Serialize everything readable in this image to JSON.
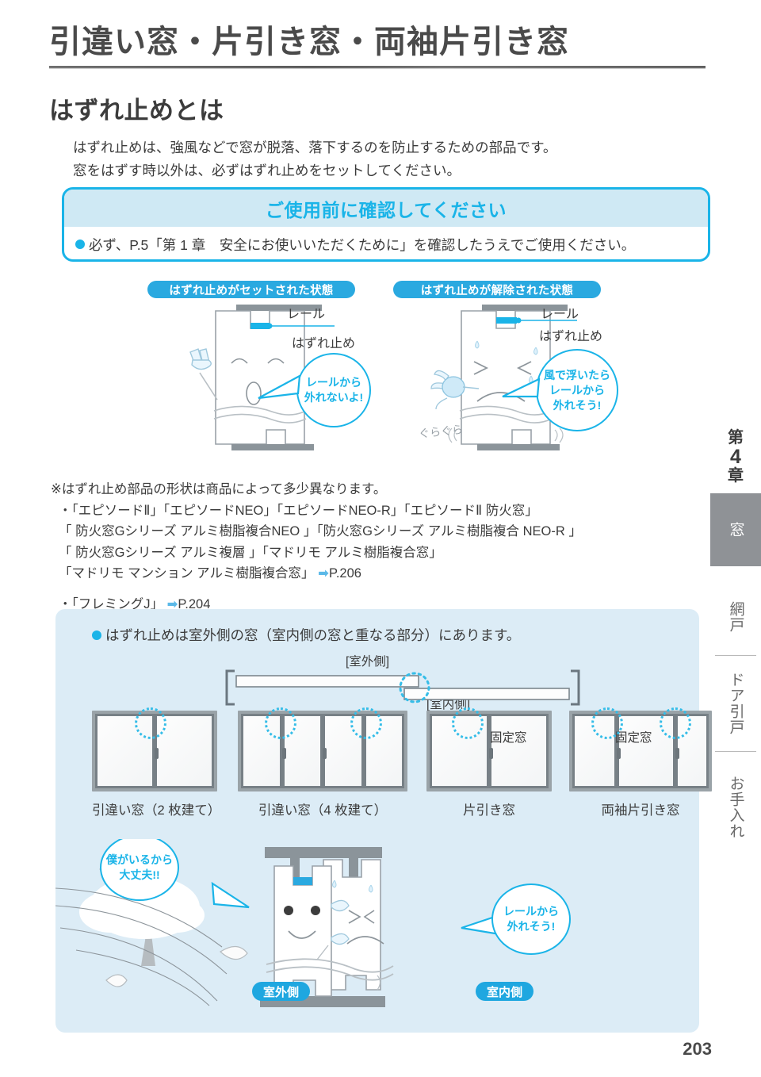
{
  "document": {
    "title": "引違い窓・片引き窓・両袖片引き窓",
    "page_number": "203"
  },
  "section": {
    "heading": "はずれ止めとは",
    "body_line1": "はずれ止めは、強風などで窓が脱落、落下するのを防止するための部品です。",
    "body_line2": "窓をはずす時以外は、必ずはずれ止めをセットしてください。"
  },
  "notice": {
    "header": "ご使用前に確認してください",
    "body": "必ず、P.5「第 1 章　安全にお使いいただくために」を確認したうえでご使用ください。",
    "border_color": "#1ab4e8",
    "header_bg": "#cfe9f4"
  },
  "state_diagrams": [
    {
      "pill": "はずれ止めがセットされた状態",
      "rail_label": "レール",
      "stopper_label": "はずれ止め",
      "bubble_line1": "レールから",
      "bubble_line2": "外れないよ!",
      "sfx": ""
    },
    {
      "pill": "はずれ止めが解除された状態",
      "rail_label": "レール",
      "stopper_label": "はずれ止め",
      "bubble_line1": "風で浮いたら",
      "bubble_line2": "レールから",
      "bubble_line3": "外れそう!",
      "sfx": "ぐらぐら"
    }
  ],
  "notes": {
    "lead": "※はずれ止め部品の形状は商品によって多少異なります。",
    "lines": [
      "・「エピソードⅡ」「エピソードNEO」「エピソードNEO-R」「エピソードⅡ 防火窓」",
      "「 防火窓Gシリーズ アルミ樹脂複合NEO 」「防火窓Gシリーズ アルミ樹脂複合 NEO-R 」",
      "「 防火窓Gシリーズ アルミ複層 」「マドリモ アルミ樹脂複合窓」"
    ],
    "line_with_ref": "「マドリモ マンション アルミ樹脂複合窓」",
    "ref1": "P.206",
    "last_line": "・「フレミングJ」",
    "ref2": "P.204",
    "arrow": "➡"
  },
  "panel": {
    "heading": "はずれ止めは室外側の窓（室内側の窓と重なる部分）にあります。",
    "outside_label": "[室外側]",
    "inside_label": "[室内側]",
    "background": "#dcecf6",
    "windows": [
      {
        "label": "引違い窓（2 枚建て）",
        "panes": 2,
        "fixed_tag": ""
      },
      {
        "label": "引違い窓（4 枚建て）",
        "panes": 4,
        "fixed_tag": ""
      },
      {
        "label": "片引き窓",
        "panes": 2,
        "fixed_tag": "固定窓"
      },
      {
        "label": "両袖片引き窓",
        "panes": 3,
        "fixed_tag": "固定窓"
      }
    ],
    "scene": {
      "bubble_left_line1": "僕がいるから",
      "bubble_left_line2": "大丈夫!!",
      "bubble_right_line1": "レールから",
      "bubble_right_line2": "外れそう!",
      "badge_outside": "室外側",
      "badge_inside": "室内側"
    }
  },
  "side_tabs": {
    "chapter_prefix": "第",
    "chapter_number": "4",
    "chapter_suffix": "章",
    "items": [
      {
        "label": "窓",
        "active": true
      },
      {
        "label": "網戸",
        "active": false
      },
      {
        "label": "ドア引戸",
        "active": false
      },
      {
        "label": "お手入れ",
        "active": false
      }
    ]
  }
}
